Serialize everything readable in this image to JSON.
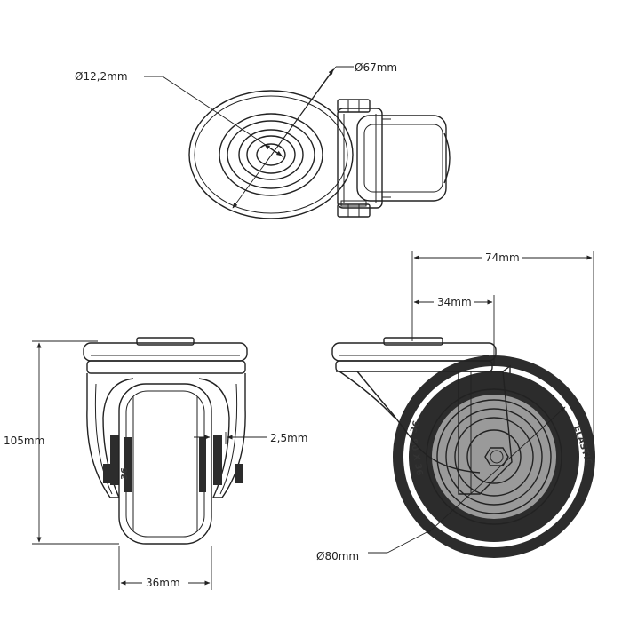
{
  "dimensions": {
    "bore_diameter": "Ø12,2mm",
    "top_plate_diameter": "Ø67mm",
    "overall_width": "74mm",
    "offset": "34mm",
    "overall_height": "105mm",
    "gap": "2,5mm",
    "wheel_width": "36mm",
    "wheel_diameter": "Ø80mm"
  },
  "tyre_marking": {
    "left": "80 X 36",
    "right": "ELASTIC"
  },
  "colors": {
    "line": "#222222",
    "tyre": "#2c2c2c",
    "hub": "#9a9a9a"
  }
}
